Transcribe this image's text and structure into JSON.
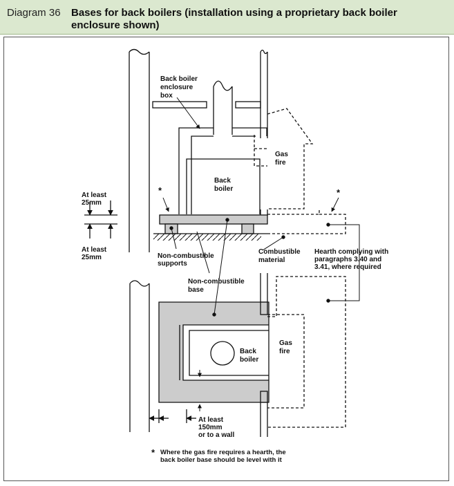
{
  "diagram": {
    "number": "Diagram 36",
    "title": "Bases for back boilers (installation using a proprietary back boiler enclosure shown)"
  },
  "labels": {
    "enclosure_box": [
      "Back boiler",
      "enclosure",
      "box"
    ],
    "gas_fire_elevation": [
      "Gas",
      "fire"
    ],
    "back_boiler_elevation": [
      "Back",
      "boiler"
    ],
    "at_least_top": [
      "At least",
      "25mm"
    ],
    "at_least_bottom": [
      "At least",
      "25mm"
    ],
    "non_combustible_supports": [
      "Non-combustible",
      "supports"
    ],
    "non_combustible_base": [
      "Non-combustible",
      "base"
    ],
    "combustible_material": [
      "Combustible",
      "material"
    ],
    "hearth": [
      "Hearth complying with",
      "paragraphs 3.40 and",
      "3.41, where required"
    ],
    "gas_fire_plan": [
      "Gas",
      "fire"
    ],
    "back_boiler_plan": [
      "Back",
      "boiler"
    ],
    "at_least_150": [
      "At least",
      "150mm",
      "or to a wall"
    ],
    "asterisk": "*",
    "footnote": [
      "Where the gas fire requires a hearth, the",
      "back boiler base should be level with it"
    ]
  },
  "colors": {
    "header_bg": "#dbe8cf",
    "base_fill": "#cccccc",
    "line": "#111111"
  }
}
